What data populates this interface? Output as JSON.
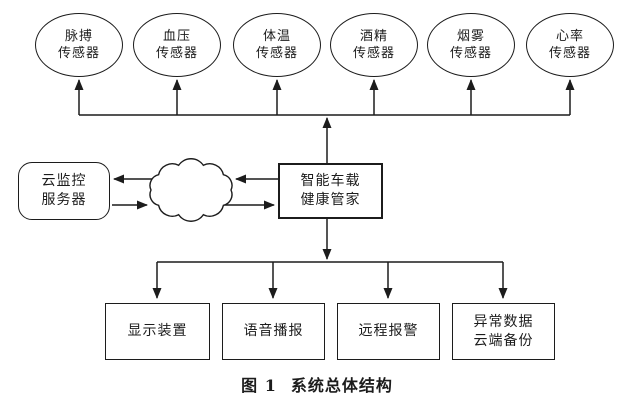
{
  "diagram": {
    "sensors": [
      {
        "line1": "脉搏",
        "line2": "传感器"
      },
      {
        "line1": "血压",
        "line2": "传感器"
      },
      {
        "line1": "体温",
        "line2": "传感器"
      },
      {
        "line1": "酒精",
        "line2": "传感器"
      },
      {
        "line1": "烟雾",
        "line2": "传感器"
      },
      {
        "line1": "心率",
        "line2": "传感器"
      }
    ],
    "cloud_server": {
      "line1": "云监控",
      "line2": "服务器"
    },
    "controller": {
      "line1": "智能车载",
      "line2": "健康管家"
    },
    "outputs": [
      {
        "lines": [
          "显示装置"
        ]
      },
      {
        "lines": [
          "语音播报"
        ]
      },
      {
        "lines": [
          "远程报警"
        ]
      },
      {
        "lines": [
          "异常数据",
          "云端备份"
        ]
      }
    ],
    "caption": {
      "label": "图 1",
      "title": "系统总体结构"
    },
    "colors": {
      "line": "#1c1c1c",
      "background": "#ffffff",
      "text": "#1c1c1c"
    }
  }
}
